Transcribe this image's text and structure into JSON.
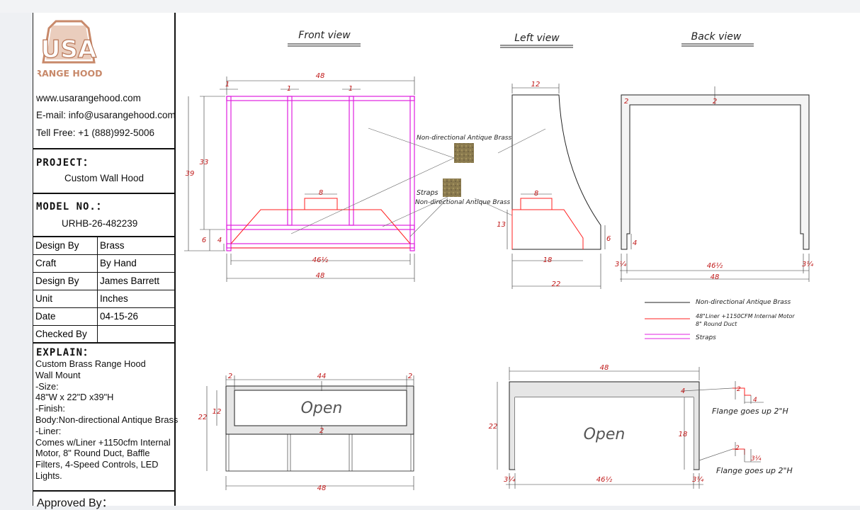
{
  "brand": {
    "logo_letters": "USA",
    "logo_subtitle": "RANGE HOOD",
    "logo_color": "#c8896a"
  },
  "contact": {
    "website": "www.usarangehood.com",
    "email": "E-mail: info@usarangehood.com",
    "phone": "Tell Free: +1 (888)992-5006"
  },
  "project": {
    "label": "PROJECT：",
    "value": "Custom Wall Hood"
  },
  "model": {
    "label": "MODEL NO.：",
    "value": "URHB-26-482239"
  },
  "specs": [
    {
      "key": "Design By",
      "value": "Brass"
    },
    {
      "key": "Craft",
      "value": "By Hand"
    },
    {
      "key": "Design By",
      "value": "James Barrett"
    },
    {
      "key": "Unit",
      "value": "Inches"
    },
    {
      "key": "Date",
      "value": "04-15-26"
    },
    {
      "key": "Checked By",
      "value": ""
    }
  ],
  "explain": {
    "label": "EXPLAIN：",
    "lines": [
      "Custom Brass Range Hood",
      "Wall Mount",
      "-Size:",
      "48\"W x 22\"D x39\"H",
      "-Finish:",
      "Body:Non-directional Antique Brass",
      "-Liner:",
      "Comes w/Liner +1150cfm Internal",
      "Motor, 8\" Round Duct, Baffle",
      "Filters, 4-Speed Controls, LED",
      "Lights."
    ]
  },
  "approved": {
    "label": "Approved By："
  },
  "views": {
    "front": "Front view",
    "left": "Left view",
    "back": "Back view"
  },
  "callouts": {
    "finish": "Non-directional Antique Brass",
    "straps": "Straps",
    "finish2": "Non-directional Antique Brass"
  },
  "legend": {
    "brass": "Non-directional Antique Brass",
    "liner_line1": "48\"Liner +1150CFM Internal Motor",
    "liner_line2": "8\" Round Duct",
    "straps": "Straps"
  },
  "dims": {
    "front_width": "48",
    "front_1a": "1",
    "front_1b": "1",
    "front_1c": "1",
    "front_33": "33",
    "front_39": "39",
    "front_8": "8",
    "front_6": "6",
    "front_4": "4",
    "front_46": "46½",
    "front_48b": "48",
    "left_12": "12",
    "left_8": "8",
    "left_13": "13",
    "left_6": "6",
    "left_18": "18",
    "left_22": "22",
    "back_2a": "2",
    "back_2b": "2",
    "back_4": "4",
    "back_34a": "3¼",
    "back_46": "46½",
    "back_34b": "3¼",
    "back_48": "48",
    "bottom_2a": "2",
    "bottom_44": "44",
    "bottom_2b": "2",
    "bottom_12": "12",
    "bottom_22": "22",
    "bottom_2c": "2",
    "bottom_48": "48",
    "side_48": "48",
    "side_4": "4",
    "side_22": "22",
    "side_18": "18",
    "side_34a": "3¼",
    "side_46": "46½",
    "side_34b": "3¼",
    "flange_2a": "2",
    "flange_4": "4",
    "flange_2b": "2",
    "flange_34": "3¼"
  },
  "open_labels": {
    "top_view": "Open",
    "side_view": "Open"
  },
  "flange_notes": {
    "upper": "Flange goes up 2\"H",
    "lower": "Flange goes up 2\"H"
  },
  "colors": {
    "brass_line": "#222222",
    "liner_line": "#ff2020",
    "strap_line": "#e020e0",
    "dimension": "#c01818",
    "swatch": "#8a7a4e"
  }
}
